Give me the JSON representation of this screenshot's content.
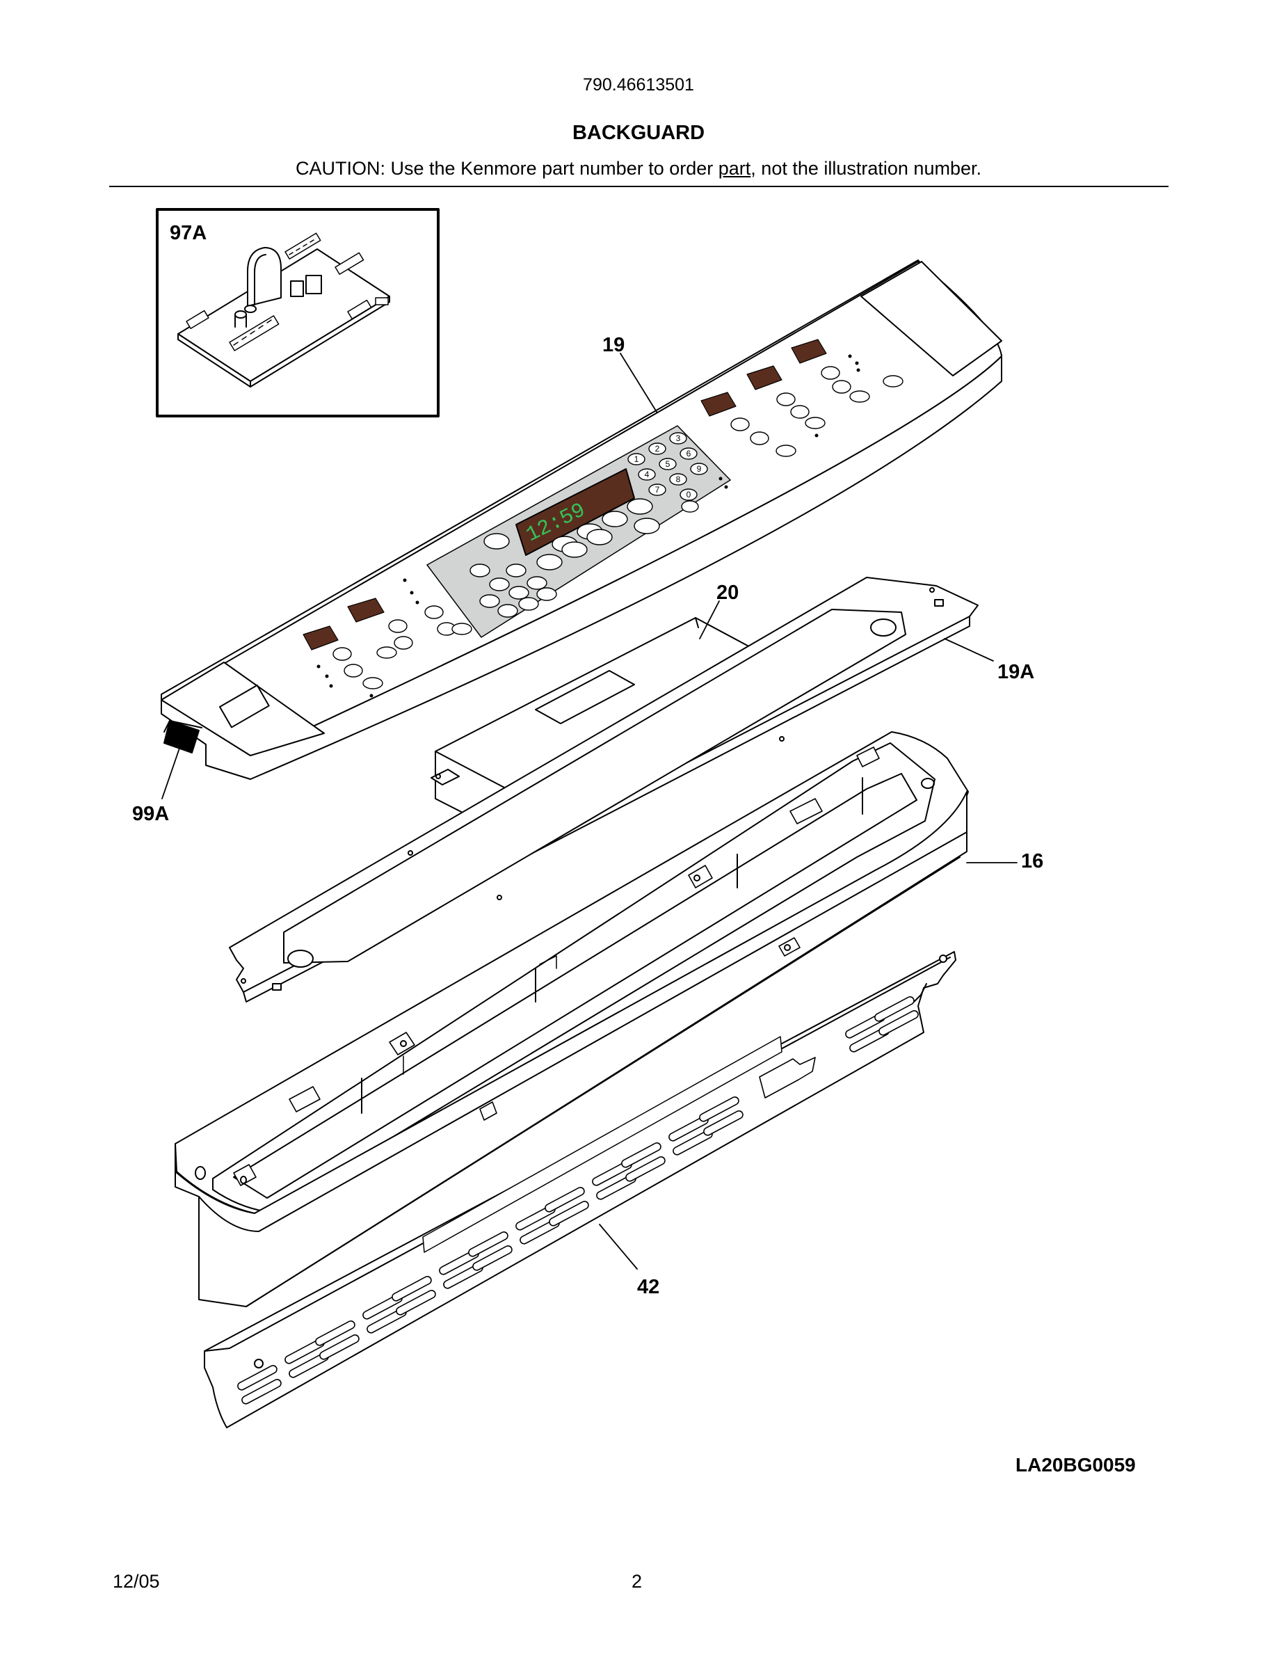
{
  "header": {
    "model_number": "790.46613501",
    "section_title": "BACKGUARD",
    "caution_prefix": "CAUTION: Use the Kenmore part number to order ",
    "caution_underlined": "part",
    "caution_suffix": ", not the illustration number."
  },
  "callouts": {
    "c97a": "97A",
    "c19": "19",
    "c20": "20",
    "c19a": "19A",
    "c99a": "99A",
    "c16": "16",
    "c42": "42"
  },
  "display": {
    "clock": "12:59"
  },
  "keypad_digits": [
    "1",
    "2",
    "3",
    "4",
    "5",
    "6",
    "7",
    "8",
    "9",
    "0"
  ],
  "footer": {
    "drawing_id": "LA20BG0059",
    "date": "12/05",
    "page_number": "2"
  },
  "colors": {
    "line": "#000000",
    "panel_fill": "#ffffff",
    "keypad_gray": "#d2d4d4",
    "display_brown": "#5a2e1e",
    "display_green": "#35c25a"
  }
}
